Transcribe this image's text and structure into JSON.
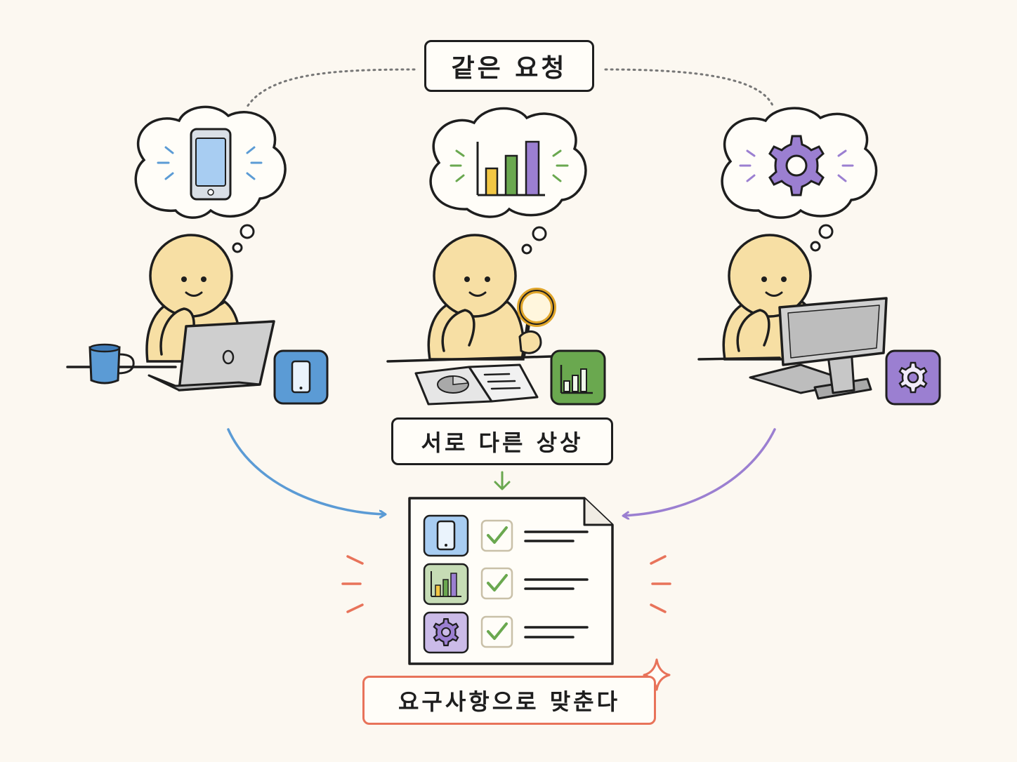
{
  "labels": {
    "top": "같은 요청",
    "middle": "서로 다른 상상",
    "bottom": "요구사항으로 맞춘다"
  },
  "icons": {
    "left": "smartphone-icon",
    "center": "bar-chart-icon",
    "right": "gear-icon"
  },
  "colors": {
    "background": "#fcf8f1",
    "skin": "#f7dfa4",
    "blue": "#5b9bd5",
    "green": "#6aa84f",
    "purple": "#9b7fd1",
    "yellow": "#f2c744",
    "orange_red": "#e8735a",
    "outline": "#1e1e1e"
  },
  "checklist": [
    {
      "icon": "smartphone-icon",
      "checked": true
    },
    {
      "icon": "bar-chart-icon",
      "checked": true
    },
    {
      "icon": "gear-icon",
      "checked": true
    }
  ]
}
